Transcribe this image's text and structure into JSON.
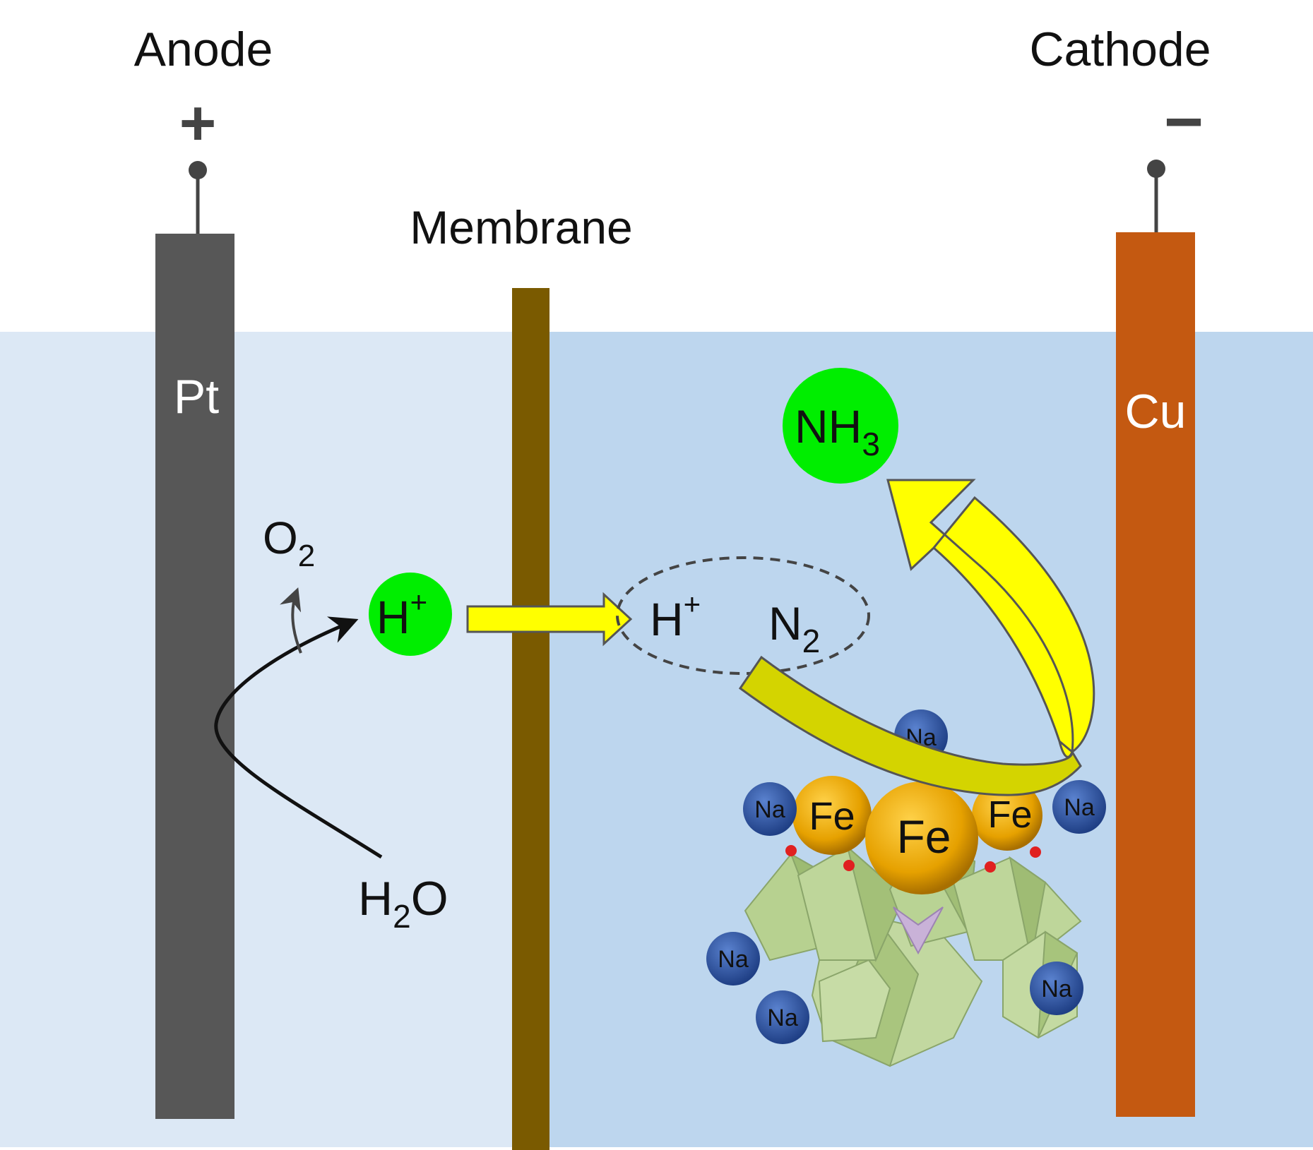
{
  "labels": {
    "anode": "Anode",
    "cathode": "Cathode",
    "membrane": "Membrane",
    "anode_sign": "+",
    "cathode_sign": "−",
    "anode_material": "Pt",
    "cathode_material": "Cu"
  },
  "species": {
    "o2": {
      "base": "O",
      "sub": "2"
    },
    "h2o": {
      "pre": "H",
      "sub": "2",
      "post": "O"
    },
    "h_plus": {
      "base": "H",
      "sup": "+"
    },
    "h_plus_complex": {
      "base": "H",
      "sup": "+"
    },
    "n2": {
      "base": "N",
      "sub": "2"
    },
    "nh3": {
      "base": "NH",
      "sub": "3"
    }
  },
  "cluster": {
    "fe": [
      "Fe",
      "Fe",
      "Fe"
    ],
    "na": [
      "Na",
      "Na",
      "Na",
      "Na",
      "Na",
      "Na"
    ]
  },
  "colors": {
    "anolyte": "#dce8f5",
    "catholyte": "#bdd6ee",
    "anode": "#575757",
    "cathode": "#c45911",
    "membrane": "#7a5a00",
    "species_green": "#00ee00",
    "arrow_yellow": "#ffff00",
    "fe": "#e6a100",
    "na": "#2e56a8",
    "polyhedra": "#b5cf8c"
  }
}
